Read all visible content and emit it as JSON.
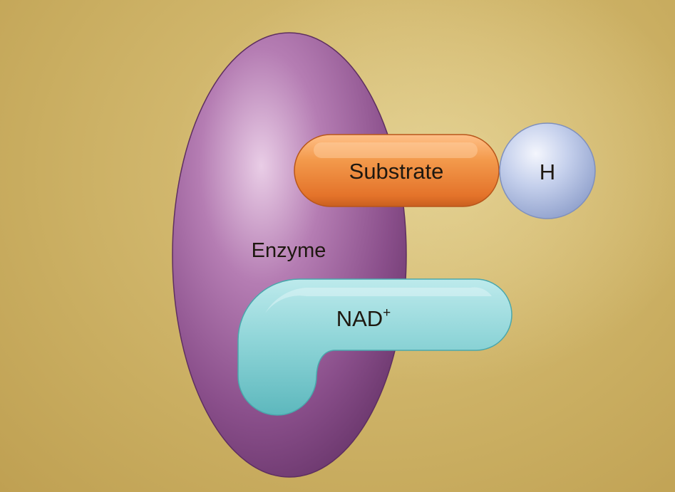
{
  "labels": {
    "enzyme": "Enzyme",
    "substrate": "Substrate",
    "hydrogen": "H",
    "nad": "NAD",
    "nad_charge": "+"
  },
  "colors": {
    "background": "#d2b86e",
    "enzyme": "#9b5c9a",
    "substrate": "#f08a34",
    "hydrogen": "#b8c6e6",
    "nad": "#86d2d6"
  }
}
